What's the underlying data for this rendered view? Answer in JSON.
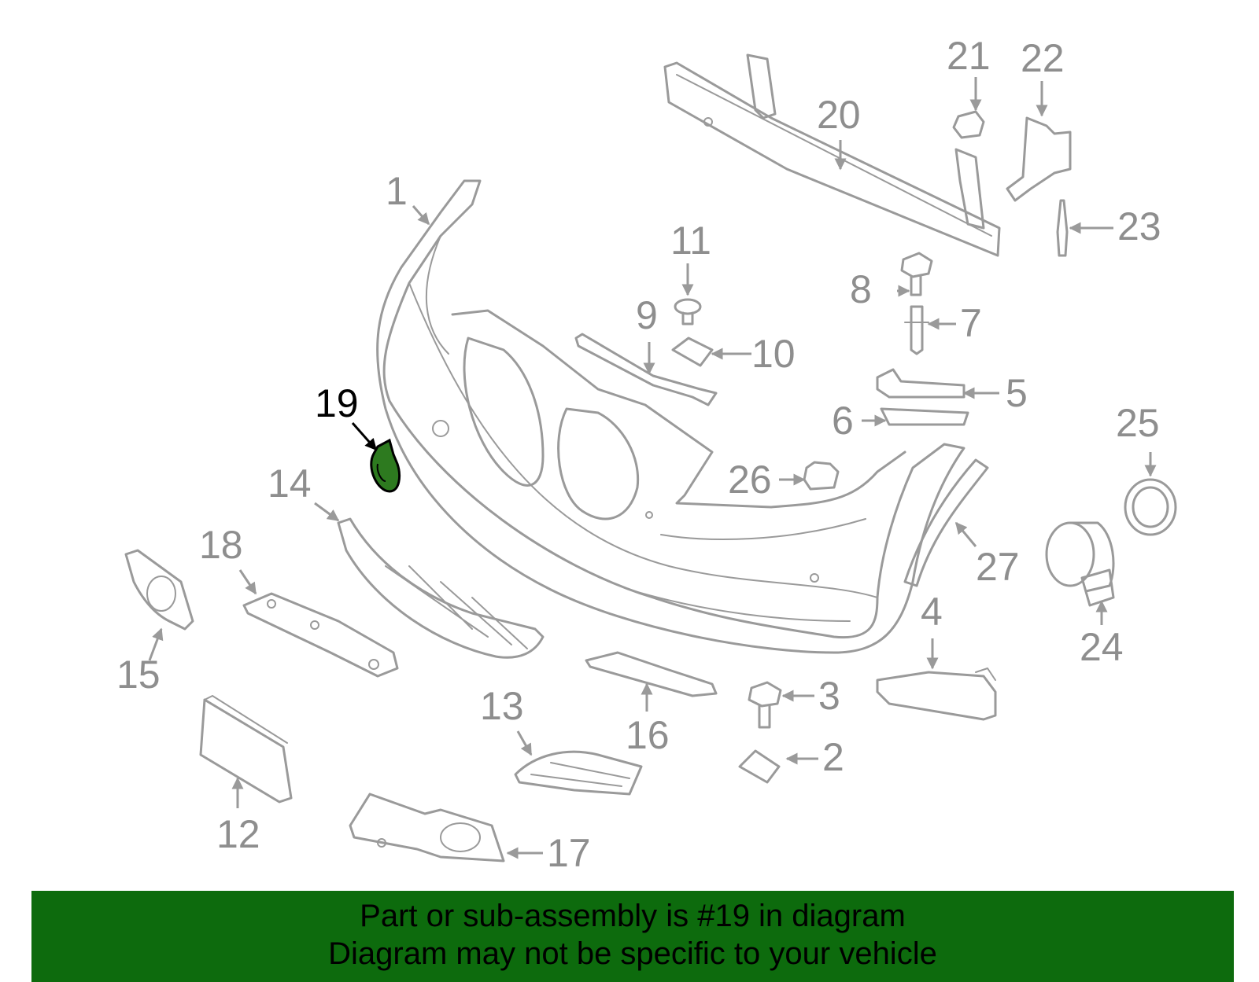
{
  "callouts": {
    "c1": "1",
    "c2": "2",
    "c3": "3",
    "c4": "4",
    "c5": "5",
    "c6": "6",
    "c7": "7",
    "c8": "8",
    "c9": "9",
    "c10": "10",
    "c11": "11",
    "c12": "12",
    "c13": "13",
    "c14": "14",
    "c15": "15",
    "c16": "16",
    "c17": "17",
    "c18": "18",
    "c19": "19",
    "c20": "20",
    "c21": "21",
    "c22": "22",
    "c23": "23",
    "c24": "24",
    "c25": "25",
    "c26": "26",
    "c27": "27"
  },
  "highlight": {
    "part_number": "19",
    "fill_color": "#2d7a1f",
    "stroke_color": "#000000"
  },
  "colors": {
    "banner": "#0d6b0d",
    "part_stroke": "#9a9a9a",
    "label": "#8e8e8e"
  },
  "banner": {
    "line1": "Part or sub-assembly is #19 in diagram",
    "line2": "Diagram may not be specific to your vehicle"
  }
}
